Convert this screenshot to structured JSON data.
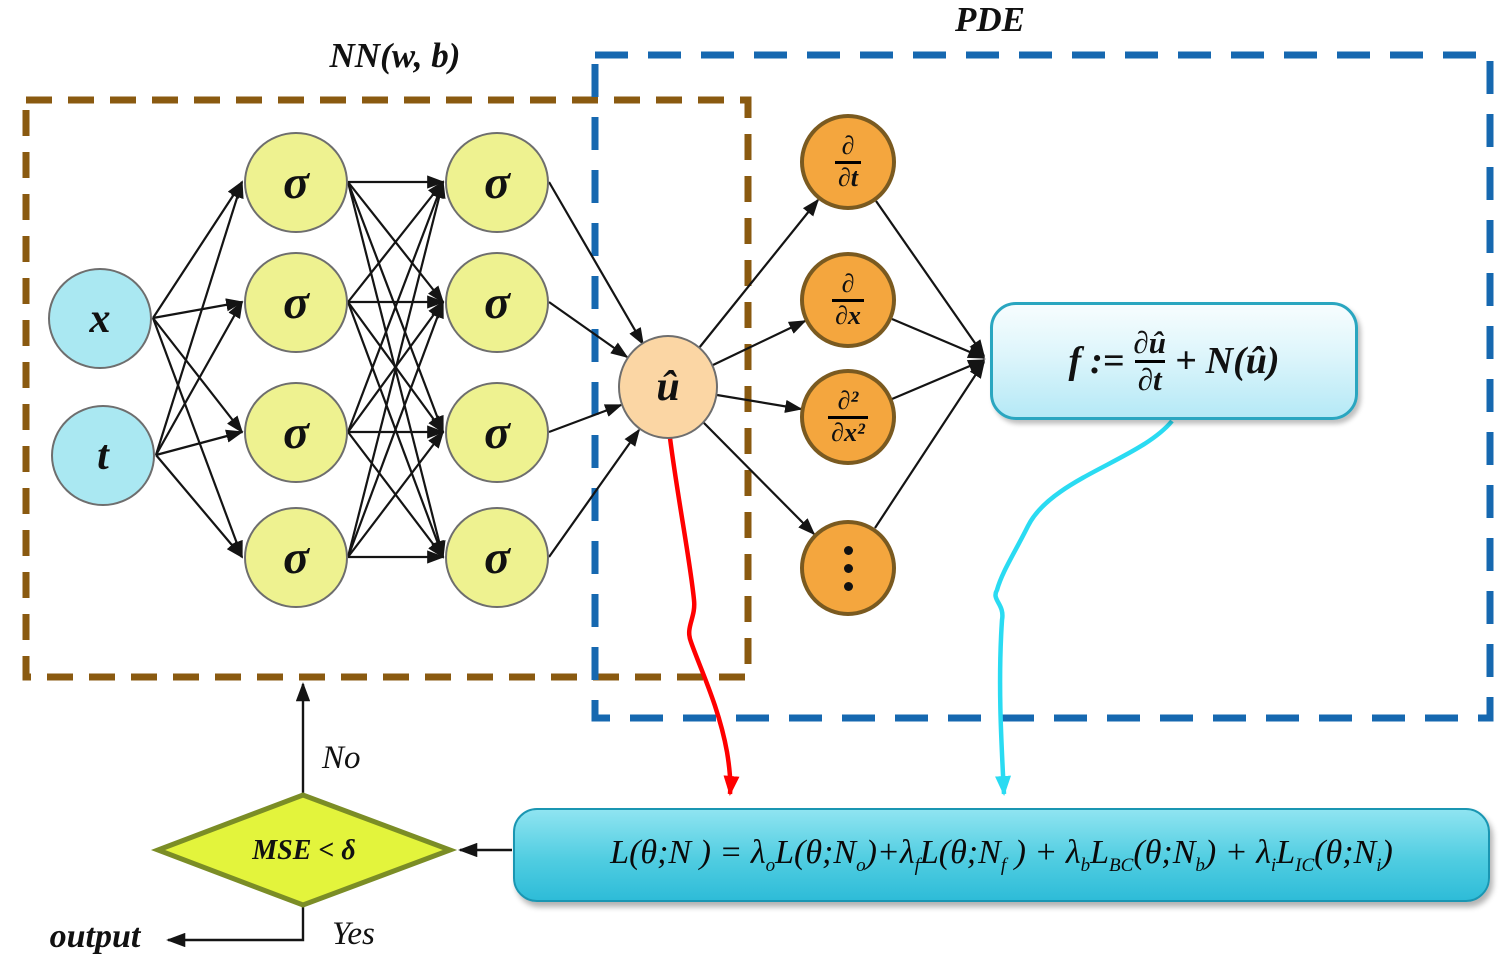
{
  "titles": {
    "nn_box": "NN(w, b)",
    "pde_box": "PDE"
  },
  "network": {
    "inputs": [
      {
        "label": "x"
      },
      {
        "label": "t"
      }
    ],
    "hidden1": [
      {
        "label": "σ"
      },
      {
        "label": "σ"
      },
      {
        "label": "σ"
      },
      {
        "label": "σ"
      }
    ],
    "hidden2": [
      {
        "label": "σ"
      },
      {
        "label": "σ"
      },
      {
        "label": "σ"
      },
      {
        "label": "σ"
      }
    ],
    "output": {
      "label": "û"
    }
  },
  "pde": {
    "derivatives": [
      {
        "num": "∂",
        "den": "∂t"
      },
      {
        "num": "∂",
        "den": "∂x"
      },
      {
        "num": "∂²",
        "den": "∂x²"
      },
      {
        "type": "dots"
      }
    ],
    "f_box": {
      "lhs": "f",
      "assign": ":=",
      "num": "∂û",
      "den": "∂t",
      "plus": "+",
      "op": "N",
      "arg": "(û)"
    }
  },
  "loss_box": {
    "formula_segments": [
      {
        "text": "L(θ;N ) = λ"
      },
      {
        "sub": "o"
      },
      {
        "text": "L(θ;N"
      },
      {
        "sub": "o"
      },
      {
        "text": ")+λ"
      },
      {
        "sub": "f"
      },
      {
        "text": "L(θ;N"
      },
      {
        "sub": "f"
      },
      {
        "text": " ) + λ"
      },
      {
        "sub": "b"
      },
      {
        "text": "L"
      },
      {
        "sub": "BC"
      },
      {
        "text": "(θ;N"
      },
      {
        "sub": "b"
      },
      {
        "text": ") + λ"
      },
      {
        "sub": "i"
      },
      {
        "text": "L"
      },
      {
        "sub": "IC"
      },
      {
        "text": "(θ;N"
      },
      {
        "sub": "i"
      },
      {
        "text": ")"
      }
    ]
  },
  "decision": {
    "label": "MSE < δ"
  },
  "flow": {
    "no_label": "No",
    "yes_label": "Yes",
    "output_label": "output"
  },
  "colors": {
    "input_fill": "#aae8f2",
    "sigma_fill": "#eef290",
    "uhat_fill": "#fbd6a4",
    "derivative_fill": "#f4a63e",
    "derivative_border": "#7a5a20",
    "nn_box_border": "#8a5a10",
    "pde_box_border": "#1668b0",
    "f_box_border": "#2aa6c0",
    "loss_box_border": "#1a96b2",
    "diamond_fill": "#e3f43c",
    "diamond_border": "#7b8d26",
    "red_arrow": "#ff0000",
    "cyan_arrow": "#2adbf2",
    "line_color": "#141414"
  }
}
